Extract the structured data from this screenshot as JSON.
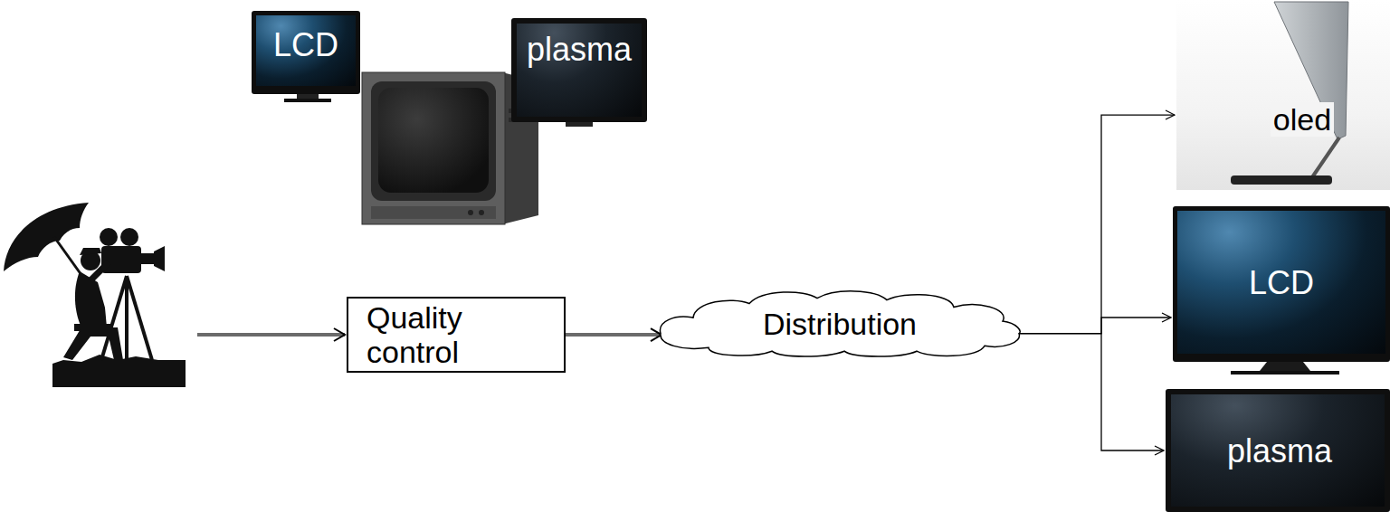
{
  "diagram": {
    "nodes": [
      {
        "text": [
          "LCD"
        ]
      },
      {
        "text": [
          "plasma"
        ]
      },
      {
        "text": [
          "Quality control"
        ]
      },
      {
        "text": [
          "Distribution"
        ]
      },
      {
        "text": [
          "oled"
        ]
      },
      {
        "text": [
          "LCD"
        ]
      },
      {
        "text": [
          "plasma"
        ]
      }
    ],
    "edges": [
      {
        "from": 2,
        "to": 3,
        "arrow": "to"
      },
      {
        "from": 3,
        "to": 4,
        "arrow": "to"
      },
      {
        "from": 3,
        "to": 5,
        "arrow": "to"
      },
      {
        "from": 3,
        "to": 6,
        "arrow": "to"
      }
    ]
  }
}
